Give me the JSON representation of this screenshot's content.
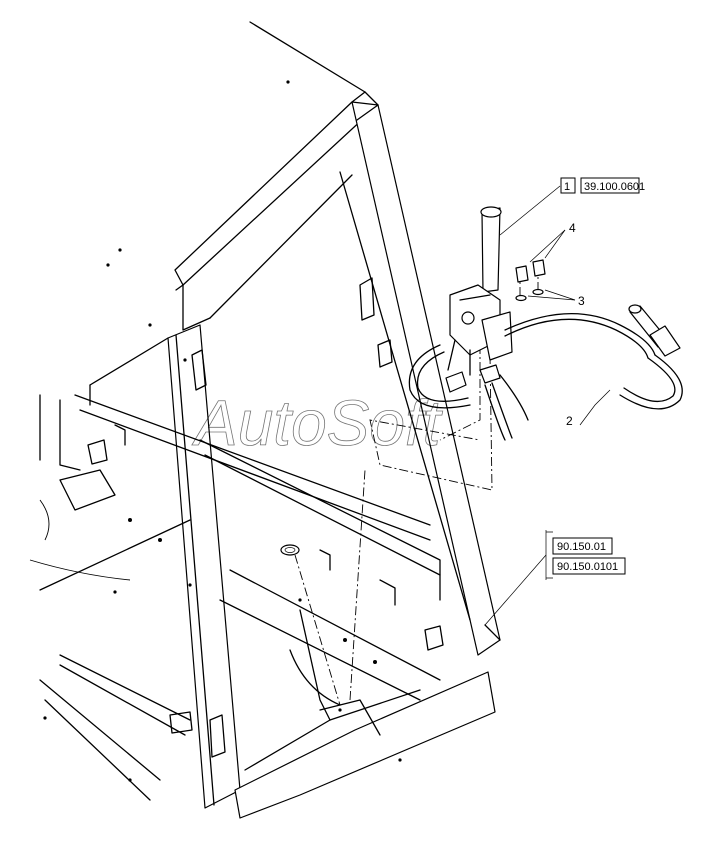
{
  "watermark": "AutoSoft",
  "callouts": {
    "part_ref_1": {
      "index": "1",
      "code": "39.100.0601"
    },
    "group_ref_a": "90.150.01",
    "group_ref_b": "90.150.0101"
  },
  "item_numbers": {
    "n2": "2",
    "n3": "3",
    "n4": "4"
  }
}
